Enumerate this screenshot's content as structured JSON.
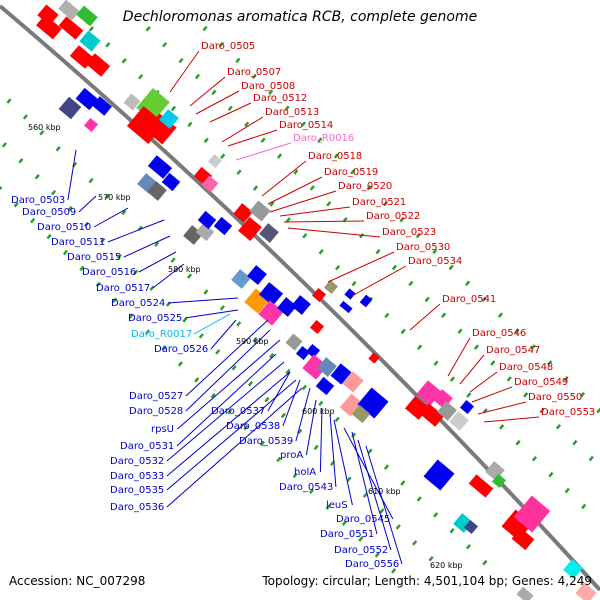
{
  "title": "Dechloromonas aromatica RCB, complete genome",
  "accession": "Accession: NC_007298",
  "topology": "Topology: circular; Length: 4,501,104 bp; Genes: 4,249",
  "ticks": [
    "560 kbp",
    "570 kbp",
    "580 kbp",
    "590 kbp",
    "600 kbp",
    "610 kbp",
    "620 kbp"
  ],
  "colors": {
    "forward_label": "#cc0000",
    "reverse_label": "#0000cc",
    "rrna_label": "#ff66cc",
    "trna_label": "#00bbee",
    "backbone": "#888888"
  },
  "labels_right": [
    {
      "text": "Daro_0505",
      "color": "red"
    },
    {
      "text": "Daro_0507",
      "color": "red"
    },
    {
      "text": "Daro_0508",
      "color": "red"
    },
    {
      "text": "Daro_0512",
      "color": "red"
    },
    {
      "text": "Daro_0513",
      "color": "red"
    },
    {
      "text": "Daro_0514",
      "color": "red"
    },
    {
      "text": "Daro_R0016",
      "color": "pink"
    },
    {
      "text": "Daro_0518",
      "color": "red"
    },
    {
      "text": "Daro_0519",
      "color": "red"
    },
    {
      "text": "Daro_0520",
      "color": "red"
    },
    {
      "text": "Daro_0521",
      "color": "red"
    },
    {
      "text": "Daro_0522",
      "color": "red"
    },
    {
      "text": "Daro_0523",
      "color": "red"
    },
    {
      "text": "Daro_0530",
      "color": "red"
    },
    {
      "text": "Daro_0534",
      "color": "red"
    },
    {
      "text": "Daro_0541",
      "color": "red"
    },
    {
      "text": "Daro_0546",
      "color": "red"
    },
    {
      "text": "Daro_0547",
      "color": "red"
    },
    {
      "text": "Daro_0548",
      "color": "red"
    },
    {
      "text": "Daro_0549",
      "color": "red"
    },
    {
      "text": "Daro_0550",
      "color": "red"
    },
    {
      "text": "Daro_0553",
      "color": "red"
    }
  ],
  "labels_left": [
    {
      "text": "Daro_0503",
      "color": "blue"
    },
    {
      "text": "Daro_0509",
      "color": "blue"
    },
    {
      "text": "Daro_0510",
      "color": "blue"
    },
    {
      "text": "Daro_0511",
      "color": "blue"
    },
    {
      "text": "Daro_0515",
      "color": "blue"
    },
    {
      "text": "Daro_0516",
      "color": "blue"
    },
    {
      "text": "Daro_0517",
      "color": "blue"
    },
    {
      "text": "Daro_0524",
      "color": "blue"
    },
    {
      "text": "Daro_0525",
      "color": "blue"
    },
    {
      "text": "Daro_R0017",
      "color": "cyan"
    },
    {
      "text": "Daro_0526",
      "color": "blue"
    },
    {
      "text": "Daro_0527",
      "color": "blue"
    },
    {
      "text": "Daro_0528",
      "color": "blue"
    },
    {
      "text": "rpsU",
      "color": "blue"
    },
    {
      "text": "Daro_0531",
      "color": "blue"
    },
    {
      "text": "Daro_0532",
      "color": "blue"
    },
    {
      "text": "Daro_0533",
      "color": "blue"
    },
    {
      "text": "Daro_0535",
      "color": "blue"
    },
    {
      "text": "Daro_0536",
      "color": "blue"
    }
  ],
  "labels_middle": [
    {
      "text": "Daro_0537",
      "color": "blue"
    },
    {
      "text": "Daro_0538",
      "color": "blue"
    },
    {
      "text": "Daro_0539",
      "color": "blue"
    },
    {
      "text": "proA",
      "color": "blue"
    },
    {
      "text": "holA",
      "color": "blue"
    },
    {
      "text": "Daro_0543",
      "color": "blue"
    },
    {
      "text": "leuS",
      "color": "blue"
    },
    {
      "text": "Daro_0545",
      "color": "blue"
    },
    {
      "text": "Daro_0551",
      "color": "blue"
    },
    {
      "text": "Daro_0552",
      "color": "blue"
    },
    {
      "text": "Daro_0556",
      "color": "blue"
    }
  ]
}
